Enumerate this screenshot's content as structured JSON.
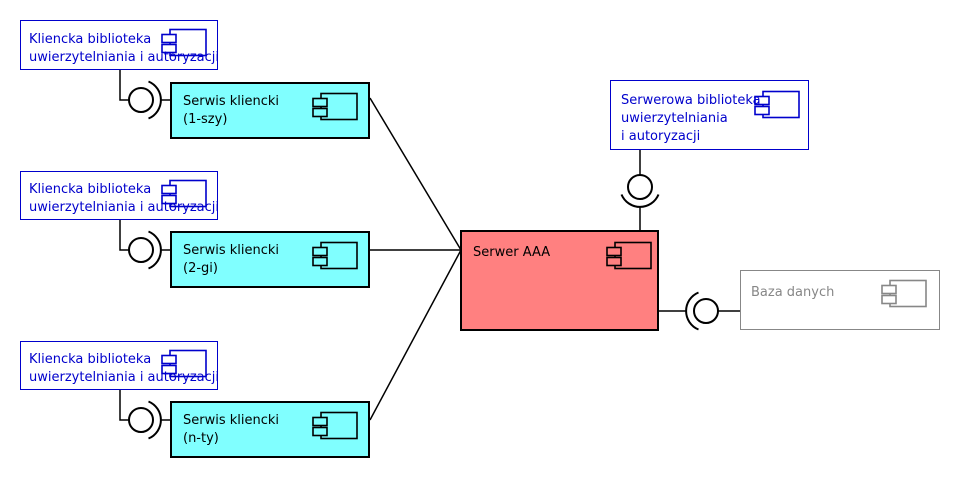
{
  "colors": {
    "library_accent": "#0000CC",
    "client_service_fill": "#80FFFF",
    "server_fill": "#FF8080",
    "database_accent": "#878787",
    "connector_line": "#000000"
  },
  "client_libraries": [
    {
      "line1": "Kliencka biblioteka",
      "line2": "uwierzytelniania i autoryzacji"
    },
    {
      "line1": "Kliencka biblioteka",
      "line2": "uwierzytelniania i autoryzacji"
    },
    {
      "line1": "Kliencka biblioteka",
      "line2": "uwierzytelniania i autoryzacji"
    }
  ],
  "client_services": [
    {
      "line1": "Serwis kliencki",
      "line2": "(1-szy)"
    },
    {
      "line1": "Serwis kliencki",
      "line2": "(2-gi)"
    },
    {
      "line1": "Serwis kliencki",
      "line2": "(n-ty)"
    }
  ],
  "server": {
    "label": "Serwer AAA"
  },
  "server_library": {
    "line1": "Serwerowa biblioteka",
    "line2": "uwierzytelniania",
    "line3": "i autoryzacji"
  },
  "database": {
    "label": "Baza danych"
  }
}
